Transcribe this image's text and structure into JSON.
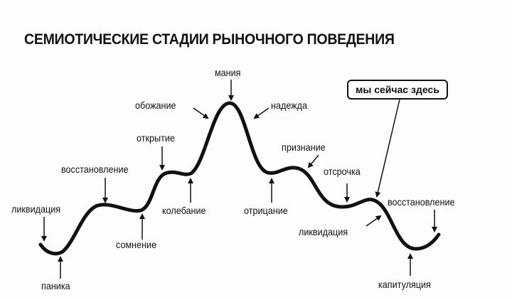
{
  "title": "СЕМИОТИЧЕСКИЕ СТАДИИ РЫНОЧНОГО ПОВЕДЕНИЯ",
  "marker": "мы сейчас здесь",
  "stages": {
    "panic": "паника",
    "liquidation1": "ликвидация",
    "recovery1": "восстановление",
    "doubt": "сомнение",
    "discovery": "открытие",
    "hesitation": "колебание",
    "adoration": "обожание",
    "mania": "мания",
    "hope": "надежда",
    "denial": "отрицание",
    "recognition": "признание",
    "delay": "отсрочка",
    "liquidation2": "ликвидация",
    "capitulation": "капитуляция",
    "recovery2": "восстановление"
  }
}
